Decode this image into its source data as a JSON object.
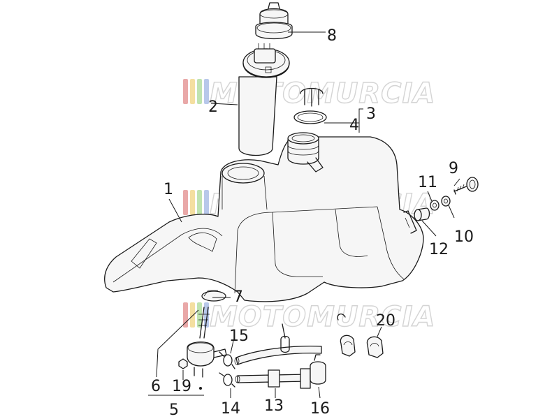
{
  "watermark": {
    "text": "MOTOMURCIA",
    "stripe_colors": [
      "#e9a8a8",
      "#f4dfa0",
      "#bfe3b0",
      "#b8c8ea"
    ]
  },
  "callouts": {
    "c1": "1",
    "c2": "2",
    "c3": "3",
    "c4": "4",
    "c5": "5",
    "c6": "6",
    "c7": "7",
    "c8": "8",
    "c9": "9",
    "c10": "10",
    "c11": "11",
    "c12": "12",
    "c13": "13",
    "c14": "14",
    "c15": "15",
    "c16": "16",
    "c19": "19",
    "c20": "20"
  }
}
